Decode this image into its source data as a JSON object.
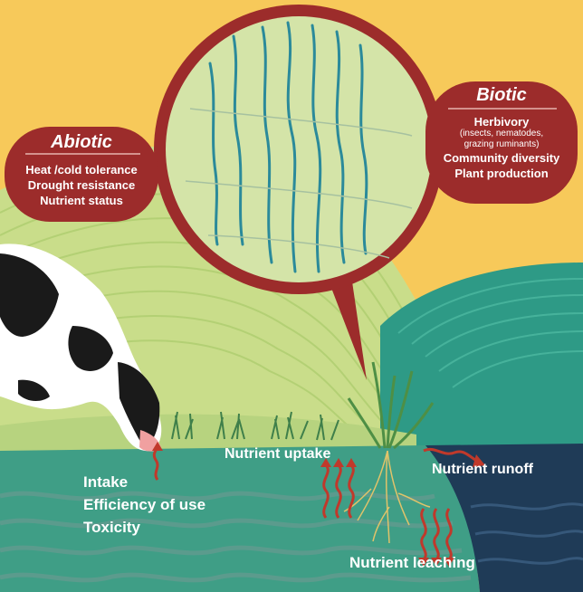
{
  "abiotic": {
    "title": "Abiotic",
    "items": [
      "Heat /cold tolerance",
      "Drought resistance",
      "Nutrient status"
    ]
  },
  "biotic": {
    "title": "Biotic",
    "items": [
      "Herbivory",
      "(insects, nematodes,",
      "grazing ruminants)",
      "Community diversity",
      "Plant production"
    ]
  },
  "labels": {
    "nutrient_uptake": "Nutrient uptake",
    "nutrient_runoff": "Nutrient runoff",
    "nutrient_leaching": "Nutrient leaching",
    "intake": "Intake",
    "efficiency": "Efficiency of use",
    "toxicity": "Toxicity"
  },
  "colors": {
    "sky": "#f7c95a",
    "hill_light": "#c9dd8a",
    "hill_mid": "#9fca7a",
    "teal_hill": "#2e9a86",
    "soil": "#3f9e86",
    "water": "#1f3b57",
    "bubble_red": "#9c2c2b",
    "arrow_red": "#c0392b",
    "hyphae": "#2b8a9a"
  }
}
